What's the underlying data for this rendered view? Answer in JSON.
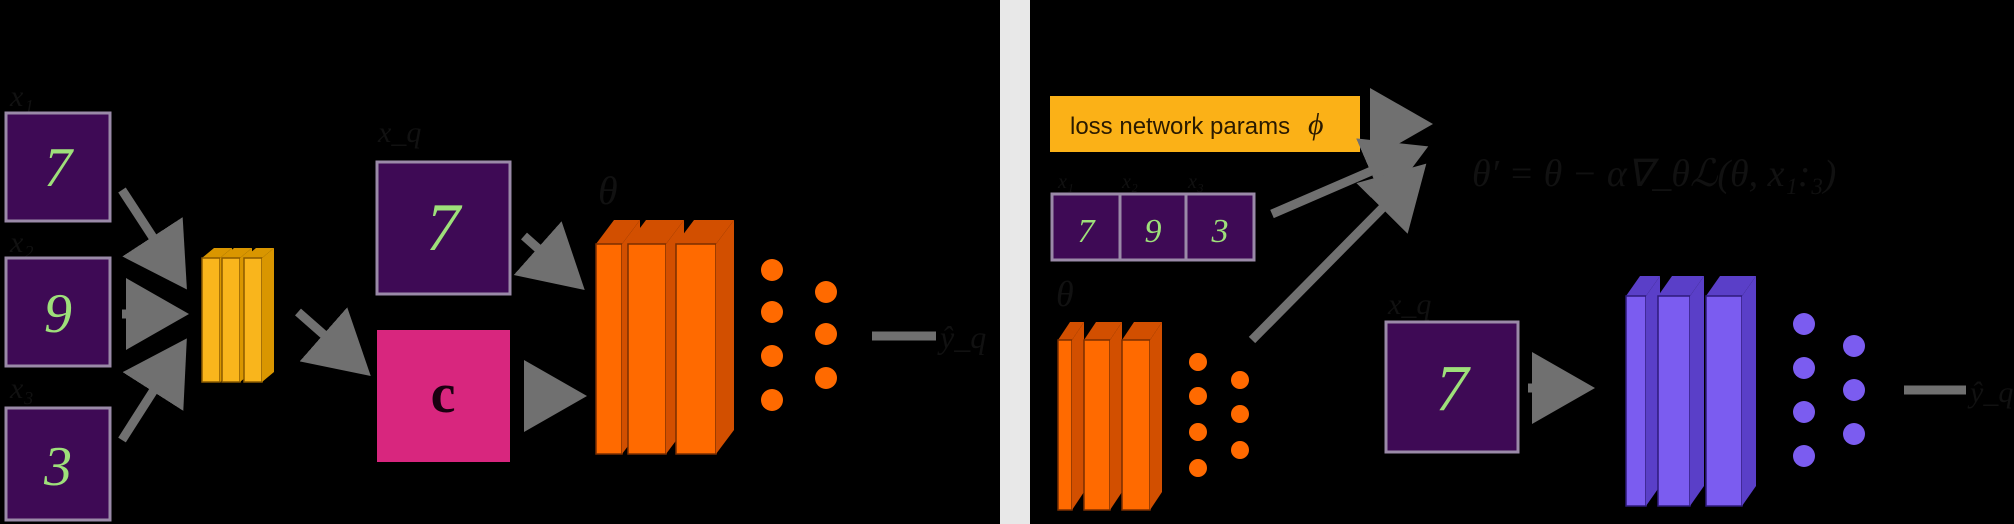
{
  "left_panel": {
    "inputs": [
      {
        "label": "x₁",
        "digit": "7"
      },
      {
        "label": "x₂",
        "digit": "9"
      },
      {
        "label": "x₃",
        "digit": "3"
      }
    ],
    "query": {
      "label": "x_q",
      "digit": "7"
    },
    "context_label": "c",
    "network_param_label": "θ",
    "output_label": "ŷ_q"
  },
  "right_panel": {
    "loss_params_label": "loss network params",
    "loss_params_symbol": "ϕ",
    "support_labels": [
      "x₁",
      "x₂",
      "x₃"
    ],
    "support_digits": [
      "7",
      "9",
      "3"
    ],
    "network_param_label": "θ",
    "update_equation": "θ′ = θ − α∇_θℒ(θ, x₁:₃)",
    "query": {
      "label": "x_q",
      "digit": "7"
    },
    "output_label": "ŷ_q"
  },
  "colors": {
    "background": "#000000",
    "divider": "#e8e8e8",
    "digit_tile": "#3e0a55",
    "digit_stroke": "#9ee07a",
    "digit_border": "#9a8aa8",
    "encoder": "#f9b51c",
    "context": "#d8267e",
    "classifier": "#ff6a00",
    "classifier_dark": "#d24f00",
    "loss_box": "#fbb117",
    "adapted": "#7b5cf0",
    "adapted_dark": "#5a3fc8",
    "arrow": "#707070"
  }
}
